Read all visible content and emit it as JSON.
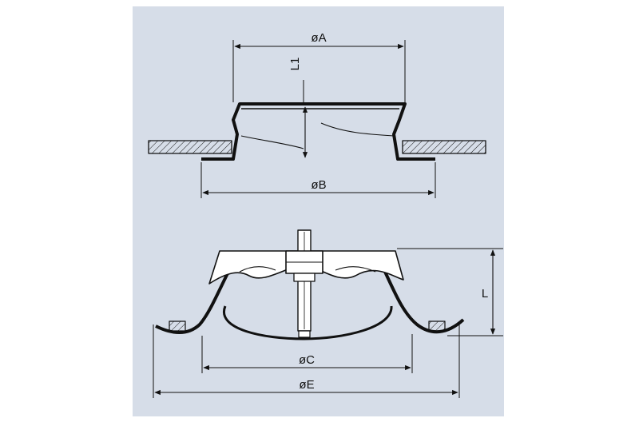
{
  "colors": {
    "panel_background": "#d6dde8",
    "line": "#111111",
    "part_fill": "#ffffff"
  },
  "labels": {
    "dim_a": "øA",
    "dim_l1": "L1",
    "dim_b": "øB",
    "dim_l": "L",
    "dim_c": "øC",
    "dim_e": "øE"
  }
}
